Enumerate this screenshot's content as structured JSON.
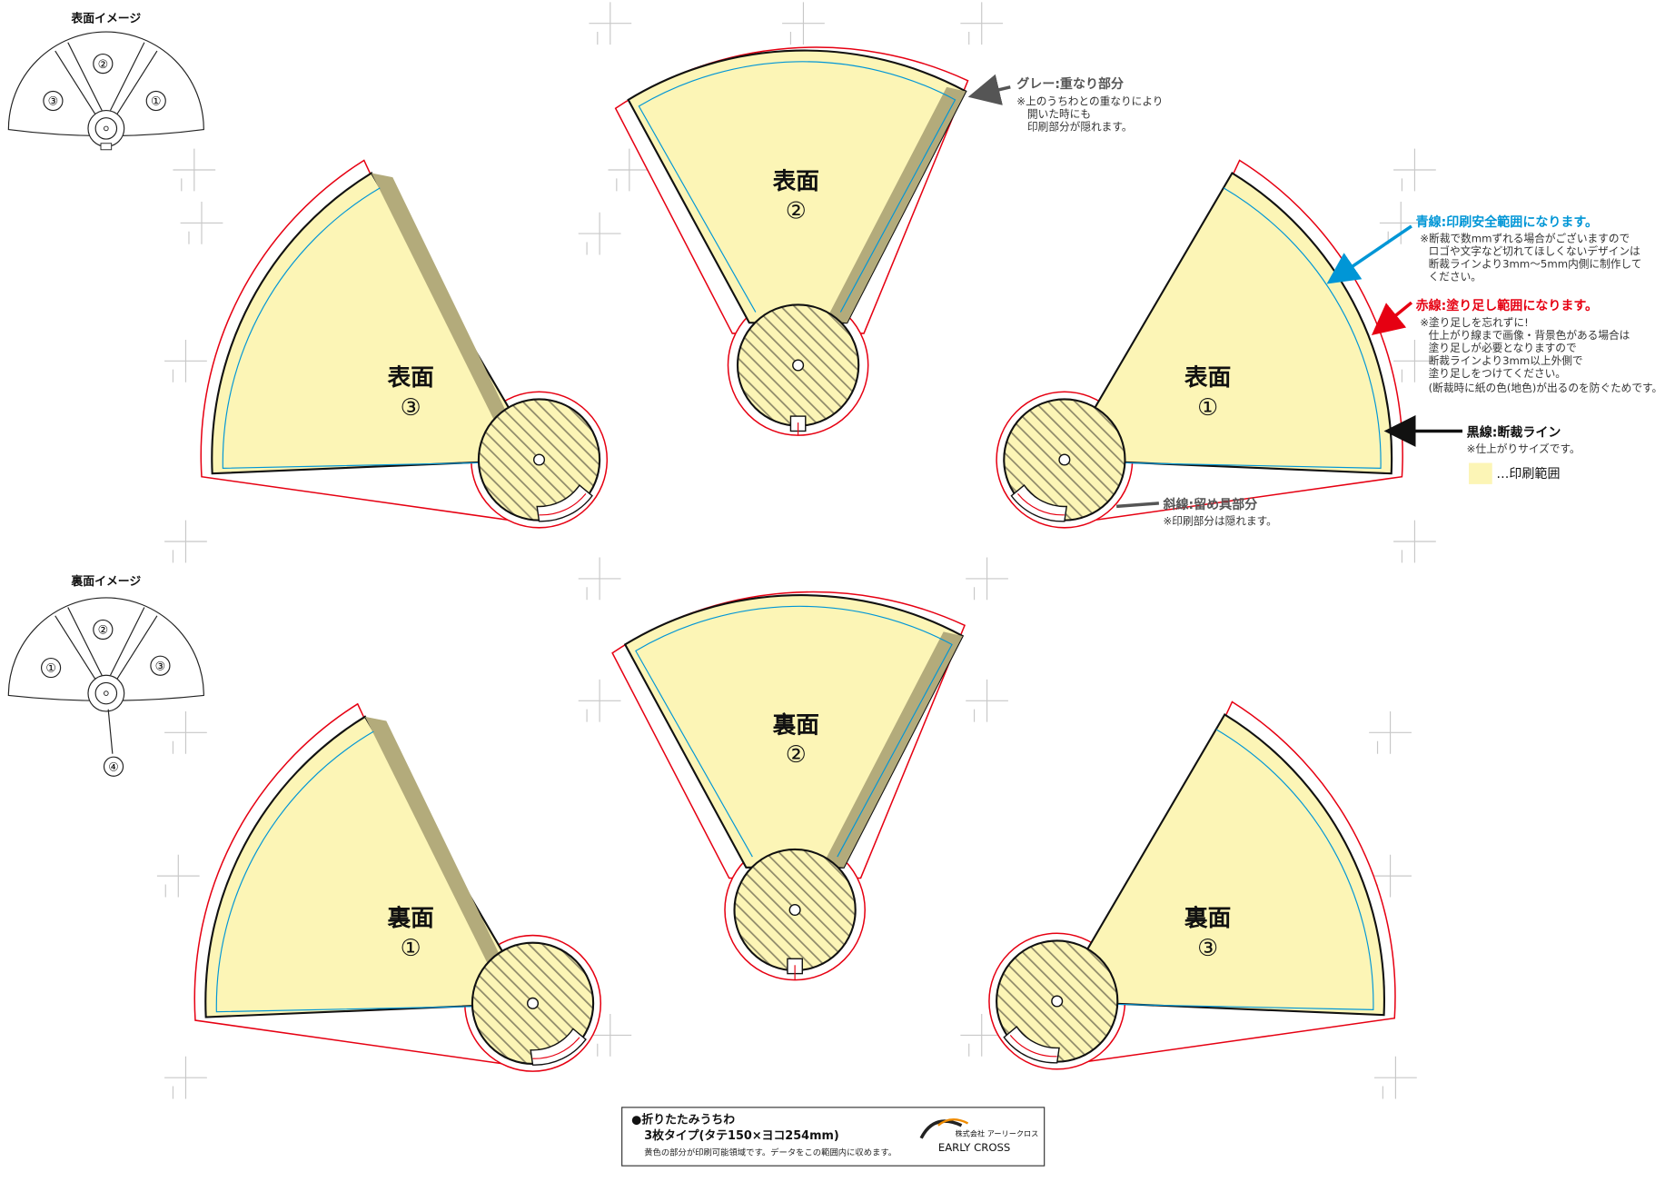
{
  "front_image": {
    "title": "表面イメージ",
    "labels": [
      "③",
      "②",
      "①"
    ]
  },
  "back_image": {
    "title": "裏面イメージ",
    "labels": [
      "①",
      "②",
      "③"
    ],
    "callout": "④"
  },
  "panels_front": [
    {
      "face": "表面",
      "number": "③"
    },
    {
      "face": "表面",
      "number": "②"
    },
    {
      "face": "表面",
      "number": "①"
    }
  ],
  "panels_back": [
    {
      "face": "裏面",
      "number": "①"
    },
    {
      "face": "裏面",
      "number": "②"
    },
    {
      "face": "裏面",
      "number": "③"
    }
  ],
  "legend": {
    "gray": {
      "title": "グレー:重なり部分",
      "lines": [
        "※上のうちわとの重なりにより",
        "開いた時にも",
        "印刷部分が隠れます。"
      ]
    },
    "blue": {
      "title": "青線:印刷安全範囲になります。",
      "lines": [
        "※断裁で数mmずれる場合がございますので",
        "ロゴや文字など切れてほしくないデザインは",
        "断裁ラインより3mm～5mm内側に制作して",
        "ください。"
      ]
    },
    "red": {
      "title": "赤線:塗り足し範囲になります。",
      "lines": [
        "※塗り足しを忘れずに!",
        "仕上がり線まで画像・背景色がある場合は",
        "塗り足しが必要となりますので",
        "断裁ラインより3mm以上外側で",
        "塗り足しをつけてください。",
        "(断裁時に紙の色(地色)が出るのを防ぐためです。"
      ]
    },
    "black": {
      "title": "黒線:断裁ライン",
      "note": "※仕上がりサイズです。"
    },
    "print_area": "…印刷範囲",
    "hatch": {
      "title": "斜線:留め具部分",
      "note": "※印刷部分は隠れます。"
    }
  },
  "colors": {
    "print_fill": "#fcf5b6",
    "overlap": "#b3ab7b",
    "bleed_line": "#e60012",
    "safe_line": "#0096d6",
    "cut_line": "#111111",
    "gray_text": "#555555"
  },
  "footer": {
    "line1": "●折りたたみうちわ",
    "line2": "3枚タイプ(タテ150×ヨコ254mm)",
    "line3": "黄色の部分が印刷可能領域です。データをこの範囲内に収めます。",
    "company_small": "株式会社 アーリークロス",
    "company": "EARLY CROSS"
  }
}
